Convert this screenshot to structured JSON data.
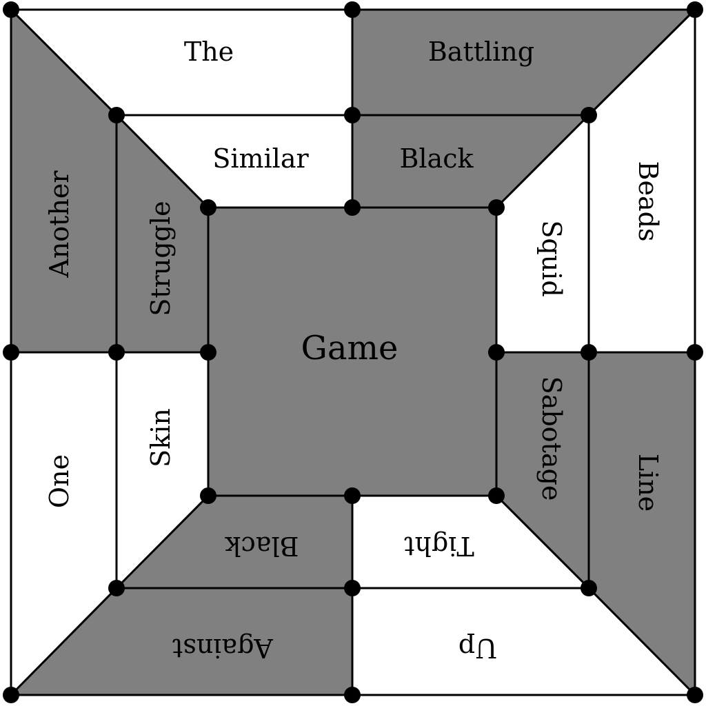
{
  "colors": {
    "shaded": "#808080",
    "unshaded": "#ffffff",
    "line": "#000000",
    "node": "#000000"
  },
  "regions": [
    {
      "id": "outer-top-left",
      "word": "The",
      "shade": "unshaded"
    },
    {
      "id": "outer-top-right",
      "word": "Battling",
      "shade": "shaded"
    },
    {
      "id": "outer-left-top",
      "word": "Another",
      "shade": "shaded"
    },
    {
      "id": "outer-left-bottom",
      "word": "One",
      "shade": "unshaded"
    },
    {
      "id": "outer-right-top",
      "word": "Beads",
      "shade": "unshaded"
    },
    {
      "id": "outer-right-bottom",
      "word": "Line",
      "shade": "shaded"
    },
    {
      "id": "outer-bottom-left",
      "word": "Against",
      "shade": "shaded"
    },
    {
      "id": "outer-bottom-right",
      "word": "Up",
      "shade": "unshaded"
    },
    {
      "id": "middle-top-left",
      "word": "Similar",
      "shade": "unshaded"
    },
    {
      "id": "middle-top-right",
      "word": "Black",
      "shade": "shaded"
    },
    {
      "id": "middle-left-top",
      "word": "Struggle",
      "shade": "shaded"
    },
    {
      "id": "middle-left-bottom",
      "word": "Skin",
      "shade": "unshaded"
    },
    {
      "id": "middle-right-top",
      "word": "Squid",
      "shade": "unshaded"
    },
    {
      "id": "middle-right-bottom",
      "word": "Sabotage",
      "shade": "shaded"
    },
    {
      "id": "middle-bottom-left",
      "word": "Black",
      "shade": "shaded"
    },
    {
      "id": "middle-bottom-right",
      "word": "Tight",
      "shade": "unshaded"
    },
    {
      "id": "center",
      "word": "Game",
      "shade": "shaded"
    }
  ]
}
